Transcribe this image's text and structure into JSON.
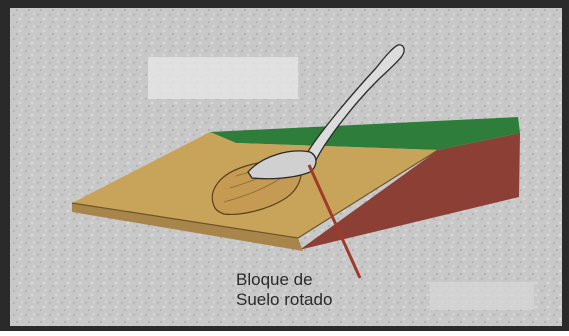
{
  "figure": {
    "callout": {
      "line1": "Bloque de",
      "line2": "Suelo rotado"
    },
    "colors": {
      "background": "#c9c9c9",
      "slope_top": "#c8a45a",
      "slope_top_highlight": "#d8b86e",
      "slope_side": "#8b3f35",
      "grass": "#2f7d3a",
      "slope_edge": "#6e5428",
      "spoon": "#d9d9d9",
      "spoon_outline": "#2a2a2a",
      "block": "#c59a52",
      "pointer_line": "#a03a2a"
    },
    "icons": {
      "spoon": "spoon-icon",
      "soil_block": "rotated-soil-block"
    }
  }
}
